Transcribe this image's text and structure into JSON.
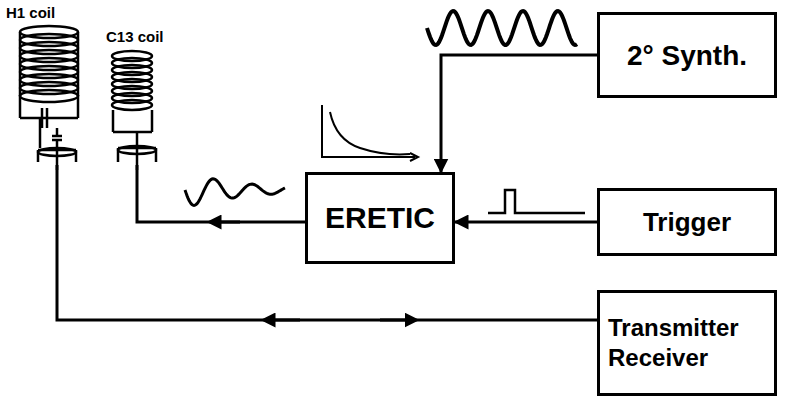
{
  "diagram": {
    "nodes": [
      {
        "text": [
          "2° Synth."
        ]
      },
      {
        "text": [
          "ERETIC"
        ]
      },
      {
        "text": [
          "Trigger"
        ]
      },
      {
        "text": [
          "Transmitter Receiver"
        ]
      }
    ],
    "edges": [
      {
        "from": 0,
        "to": 1,
        "arrow": "to"
      },
      {
        "from": 2,
        "to": 1,
        "arrow": "to"
      }
    ],
    "labels": [
      "H1 coil",
      "C13 coil"
    ]
  }
}
